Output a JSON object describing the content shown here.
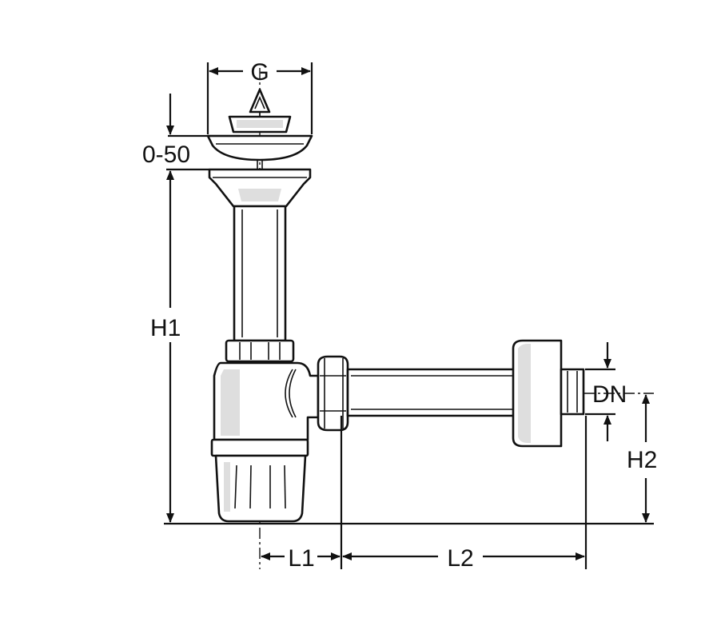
{
  "drawing": {
    "labels": {
      "g": "G",
      "range": "0-50",
      "h1": "H1",
      "h2": "H2",
      "dn": "DN",
      "l1": "L1",
      "l2": "L2"
    },
    "colors": {
      "line": "#111111",
      "fill": "#ffffff",
      "shade": "#dedede"
    }
  }
}
